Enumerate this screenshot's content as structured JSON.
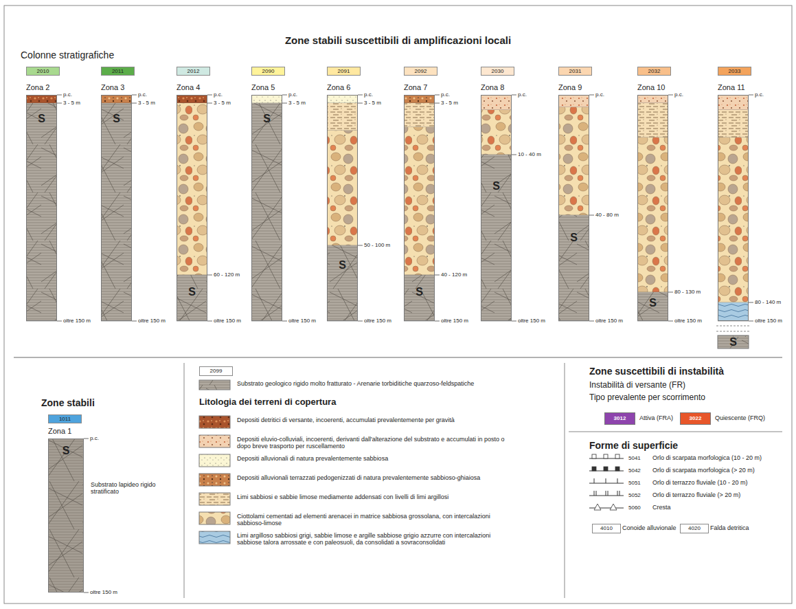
{
  "diagram": {
    "title": "Zone stabili suscettibili di amplificazioni locali",
    "nodes": [
      {
        "text": [
          "2010"
        ]
      },
      {
        "text": [
          "Zona 2",
          "S"
        ]
      },
      {
        "text": [
          "2011"
        ]
      },
      {
        "text": [
          "Zona 3",
          "S"
        ]
      },
      {
        "text": [
          "2012"
        ]
      },
      {
        "text": [
          "Zona 4",
          "S"
        ]
      },
      {
        "text": [
          "2090"
        ]
      },
      {
        "text": [
          "Zona 5",
          "S"
        ]
      },
      {
        "text": [
          "2091"
        ]
      },
      {
        "text": [
          "Zona 6",
          "S"
        ]
      },
      {
        "text": [
          "2092"
        ]
      },
      {
        "text": [
          "Zona 7",
          "S"
        ]
      },
      {
        "text": [
          "2030"
        ]
      },
      {
        "text": [
          "Zona 8",
          "S"
        ]
      },
      {
        "text": [
          "2031"
        ]
      },
      {
        "text": [
          "Zona 9",
          "S"
        ]
      },
      {
        "text": [
          "2032"
        ]
      },
      {
        "text": [
          "Zona 10",
          "S"
        ]
      },
      {
        "text": [
          "2033"
        ]
      },
      {
        "text": [
          "Zona 11",
          "S"
        ]
      },
      {
        "text": [
          "1011"
        ]
      },
      {
        "text": [
          "Zona 1",
          "S"
        ]
      },
      {
        "text": [
          "2099"
        ]
      },
      {
        "text": [
          "4010"
        ]
      },
      {
        "text": [
          "4020"
        ]
      }
    ],
    "labels": [
      "Colonne stratigrafiche",
      "p.c.",
      "3 - 5 m",
      "oltre 150 m",
      "p.c.",
      "3 - 5 m",
      "oltre 150 m",
      "p.c.",
      "3 - 5 m",
      "60 - 120 m",
      "oltre 150 m",
      "p.c.",
      "3 - 5 m",
      "oltre 150 m",
      "p.c.",
      "3 - 5 m",
      "50 - 100 m",
      "oltre 150 m",
      "p.c.",
      "3 - 5 m",
      "40 - 120 m",
      "oltre 150 m",
      "p.c.",
      "10 - 40 m",
      "oltre 150 m",
      "p.c.",
      "40 - 80 m",
      "oltre 150 m",
      "p.c.",
      "80 - 130 m",
      "oltre 150 m",
      "p.c.",
      "80 - 140 m",
      "oltre 150 m",
      "Zone stabili",
      "p.c.",
      "oltre 150 m",
      "Substrato lapideo rigido stratificato",
      "Litologia dei terreni di copertura",
      "Zone suscettibili di instabilità",
      "Instabilità di versante (FR)",
      "Tipo prevalente per scorrimento",
      "3012",
      "3022",
      "Forme di superficie",
      "5041",
      "5042",
      "5051",
      "5052",
      "5060",
      "Conoide alluvionale",
      "Falda detritica"
    ],
    "legend": [
      {
        "text": "Substrato geologico rigido molto fratturato - Arenarie torbiditiche quarzoso-feldspatiche"
      },
      {
        "text": "Depositi detritici di versante, incoerenti, accumulati prevalentemente per gravità"
      },
      {
        "text": "Depositi eluvio-colluviali, incoerenti, derivanti dall'alterazione del substrato e accumulati in posto o dopo breve trasporto per ruscellamento"
      },
      {
        "text": "Depositi alluvionali di natura prevalentemente sabbiosa"
      },
      {
        "text": "Depositi alluvionali terrazzati pedogenizzati di natura prevalentemente sabbioso-ghiaiosa"
      },
      {
        "text": "Limi sabbiosi e sabbie limose mediamente addensati con livelli di limi argillosi"
      },
      {
        "text": "Ciottolami cementati ad elementi arenacei in matrice sabbiosa grossolana, con intercalazioni sabbioso-limose"
      },
      {
        "text": "Limi argilloso sabbiosi grigi, sabbie limose e argille sabbiose grigio azzurre con intercalazioni sabbiose talora arrossate e con paleosuoli, da consolidati a sovraconsolidati"
      },
      {
        "text": "Attiva (FRA)",
        "color": "#8e44ad"
      },
      {
        "text": "Quiescente (FRQ)",
        "color": "#e8562a"
      },
      {
        "text": "Orlo di scarpata morfologica (10 - 20 m)"
      },
      {
        "text": "Orlo di scarpata morfologica (> 20 m)"
      },
      {
        "text": "Orlo di terrazzo fluviale (10 - 20 m)"
      },
      {
        "text": "Orlo di terrazzo fluviale (> 20 m)"
      },
      {
        "text": "Cresta"
      }
    ]
  }
}
